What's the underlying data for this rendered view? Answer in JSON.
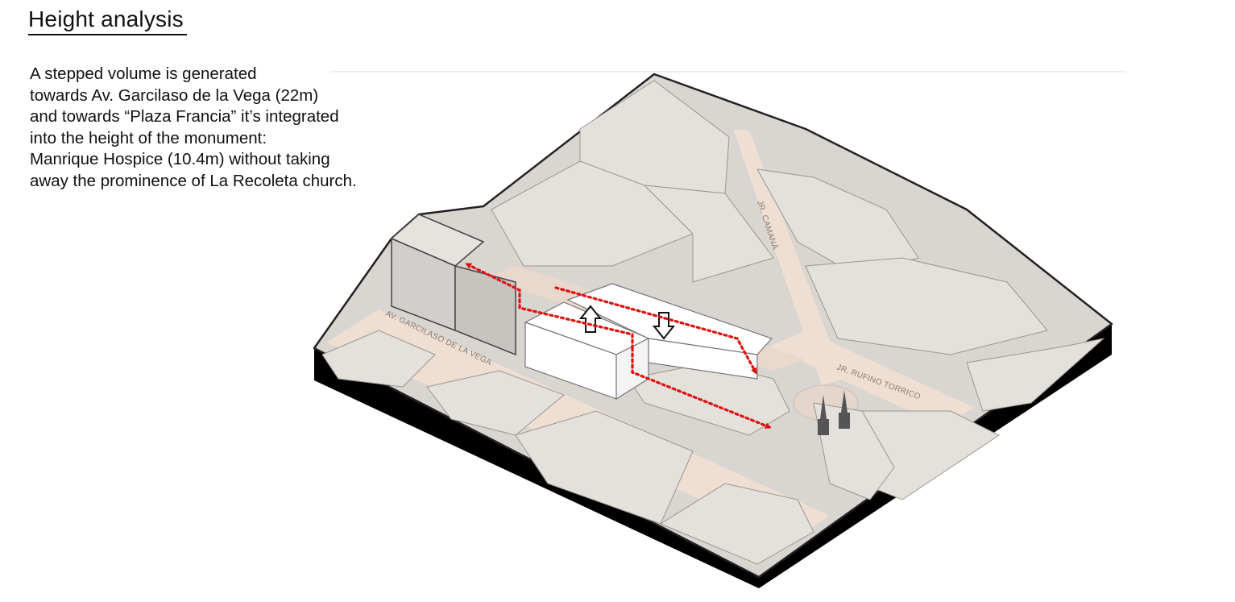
{
  "header": {
    "title": "Height analysis"
  },
  "description": {
    "lines": [
      "A stepped volume is generated",
      "towards Av. Garcilaso de la Vega (22m)",
      "and towards “Plaza Francia” it’s integrated",
      "into the height of the monument:",
      "Manrique Hospice (10.4m) without taking",
      "away the prominence of La Recoleta church."
    ]
  },
  "map": {
    "street_labels": {
      "garcilaso": "AV. GARCILASO DE LA VEGA",
      "camana": "JR. CAMANÁ",
      "rufino": "JR. RUFINO TORRICO"
    },
    "colors": {
      "building_top": "#e2dfdb",
      "building_side_light": "#d2cecb",
      "building_side_dark": "#c3bfbb",
      "street": "#efdfd2",
      "base_edge": "#000000",
      "proposed_volume": "#ffffff",
      "height_arrow": "#dd1111"
    }
  }
}
